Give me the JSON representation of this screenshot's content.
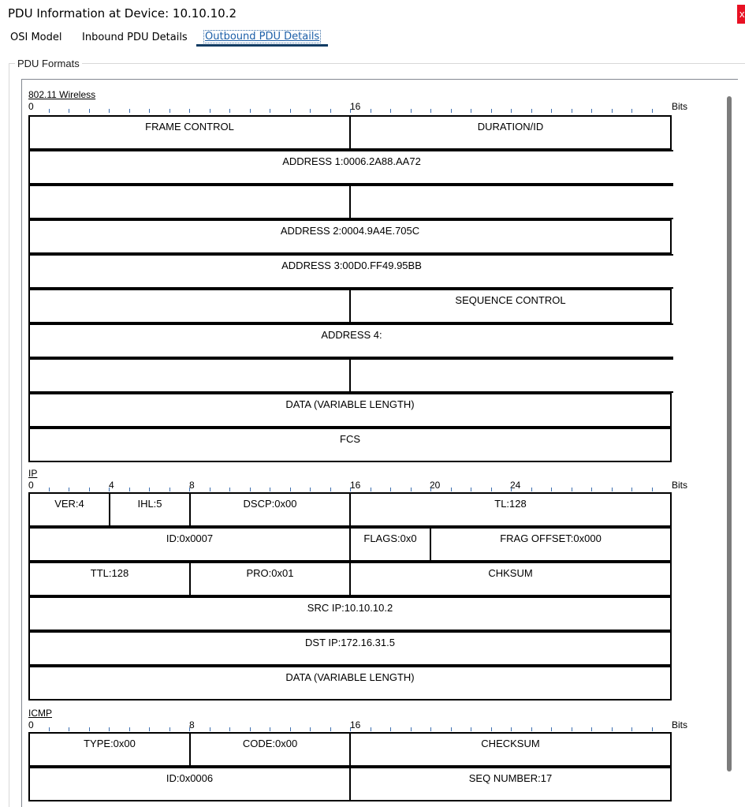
{
  "window": {
    "title": "PDU Information at Device: 10.10.10.2",
    "close_glyph": "x"
  },
  "tabs": [
    {
      "label": "OSI Model",
      "active": false
    },
    {
      "label": "Inbound PDU Details",
      "active": false
    },
    {
      "label": "Outbound PDU Details",
      "active": true
    }
  ],
  "group": {
    "label": "PDU Formats"
  },
  "bits_label": "Bits",
  "sections": {
    "wireless": {
      "title": "802.11 Wireless",
      "ruler": [
        "0",
        "16"
      ],
      "rows": [
        [
          "FRAME CONTROL",
          "DURATION/ID"
        ],
        [
          "ADDRESS 1:0006.2A88.AA72"
        ],
        [
          "",
          ""
        ],
        [
          "ADDRESS 2:0004.9A4E.705C"
        ],
        [
          "ADDRESS 3:00D0.FF49.95BB"
        ],
        [
          "",
          "SEQUENCE CONTROL"
        ],
        [
          "ADDRESS 4:"
        ],
        [
          "",
          ""
        ],
        [
          "DATA (VARIABLE LENGTH)"
        ],
        [
          "FCS"
        ]
      ]
    },
    "ip": {
      "title": "IP",
      "ruler": [
        "0",
        "4",
        "8",
        "16",
        "20",
        "24"
      ],
      "rows": [
        [
          "VER:4",
          "IHL:5",
          "DSCP:0x00",
          "TL:128"
        ],
        [
          "ID:0x0007",
          "FLAGS:0x0",
          "FRAG OFFSET:0x000"
        ],
        [
          "TTL:128",
          "PRO:0x01",
          "CHKSUM"
        ],
        [
          "SRC IP:10.10.10.2"
        ],
        [
          "DST IP:172.16.31.5"
        ],
        [
          "DATA (VARIABLE LENGTH)"
        ]
      ]
    },
    "icmp": {
      "title": "ICMP",
      "ruler": [
        "0",
        "8",
        "16"
      ],
      "rows": [
        [
          "TYPE:0x00",
          "CODE:0x00",
          "CHECKSUM"
        ],
        [
          "ID:0x0006",
          "SEQ NUMBER:17"
        ]
      ]
    }
  },
  "colors": {
    "close": "#e81123",
    "tab_underline": "#0f3b63",
    "tick": "#3d6fb0"
  }
}
